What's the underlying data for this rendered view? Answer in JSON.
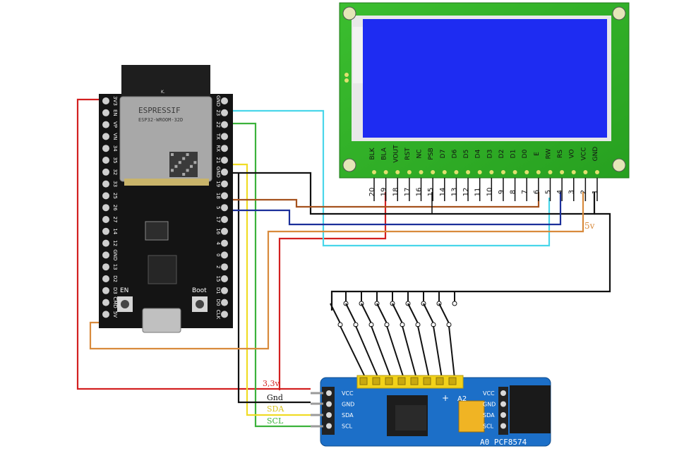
{
  "esp32": {
    "brand": "ESPRESSIF",
    "module": "ESP32-WROOM-32D",
    "marking": "K.",
    "buttons": {
      "en": "EN",
      "boot": "Boot"
    },
    "left_pins": [
      "3V3",
      "EN",
      "VP",
      "VN",
      "34",
      "35",
      "32",
      "33",
      "25",
      "26",
      "27",
      "14",
      "12",
      "GND",
      "13",
      "D2",
      "D3",
      "CMD",
      "5V"
    ],
    "right_pins": [
      "GND",
      "23",
      "22",
      "TX",
      "RX",
      "21",
      "GND",
      "19",
      "18",
      "5",
      "17",
      "16",
      "4",
      "0",
      "2",
      "15",
      "D1",
      "D0",
      "CLK"
    ]
  },
  "lcd": {
    "pins": [
      {
        "name": "BLK",
        "num": "20"
      },
      {
        "name": "BLA",
        "num": "19"
      },
      {
        "name": "VOUT",
        "num": "18"
      },
      {
        "name": "RST",
        "num": "17"
      },
      {
        "name": "NC",
        "num": "16"
      },
      {
        "name": "PSB",
        "num": "15"
      },
      {
        "name": "D7",
        "num": "14"
      },
      {
        "name": "D6",
        "num": "13"
      },
      {
        "name": "D5",
        "num": "12"
      },
      {
        "name": "D4",
        "num": "11"
      },
      {
        "name": "D3",
        "num": "10"
      },
      {
        "name": "D2",
        "num": "9"
      },
      {
        "name": "D1",
        "num": "8"
      },
      {
        "name": "D0",
        "num": "7"
      },
      {
        "name": "E",
        "num": "6"
      },
      {
        "name": "RW",
        "num": "5"
      },
      {
        "name": "RS",
        "num": "4"
      },
      {
        "name": "VO",
        "num": "3"
      },
      {
        "name": "VCC",
        "num": "2"
      },
      {
        "name": "GND",
        "num": "1"
      }
    ]
  },
  "labels": {
    "five_volt": "5v",
    "v33": "3,3v",
    "gnd": "Gnd",
    "sda": "SDA",
    "scl": "SCL"
  },
  "pcf": {
    "left_pins": [
      "VCC",
      "GND",
      "SDA",
      "SCL"
    ],
    "right_pins": [
      "VCC",
      "GND",
      "SDA",
      "SCL"
    ],
    "title": "A0 PCF8574",
    "a2": "A2",
    "plus": "+",
    "colors": {
      "board": "#1c6fc8",
      "header": "#f2d21a"
    }
  },
  "wire_colors": {
    "red": "#d32020",
    "cyan": "#49d6ea",
    "green": "#3bb23b",
    "yellow": "#f0dc26",
    "brown": "#a5521e",
    "orange": "#d88a3c",
    "blue": "#1b2f9a",
    "black": "#111111"
  }
}
